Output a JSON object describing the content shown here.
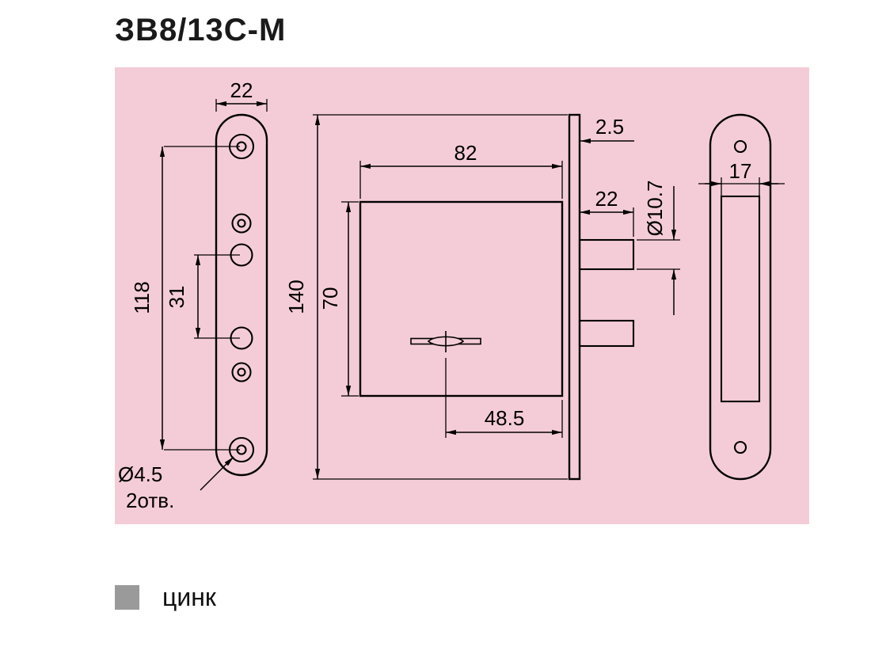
{
  "title": "ЗВ8/13С-М",
  "legend": {
    "material": "цинк"
  },
  "colors": {
    "drawing_background": "#f4ccd8",
    "line": "#000000",
    "material_swatch": "#9a9a9a"
  },
  "views": {
    "faceplate_front": {
      "width": "22",
      "holes_span": "118",
      "middle_holes_span": "31",
      "hole_diameter_note": "Ø4.5",
      "hole_count_note": "2отв."
    },
    "lock_body_side": {
      "body_length": "82",
      "faceplate_thickness": "2.5",
      "bolt_length": "22",
      "bolt_diameter": "Ø10.7",
      "faceplate_height": "140",
      "body_height": "70",
      "keyhole_offset": "48.5"
    },
    "strike_plate_front": {
      "slot_width": "17"
    }
  }
}
